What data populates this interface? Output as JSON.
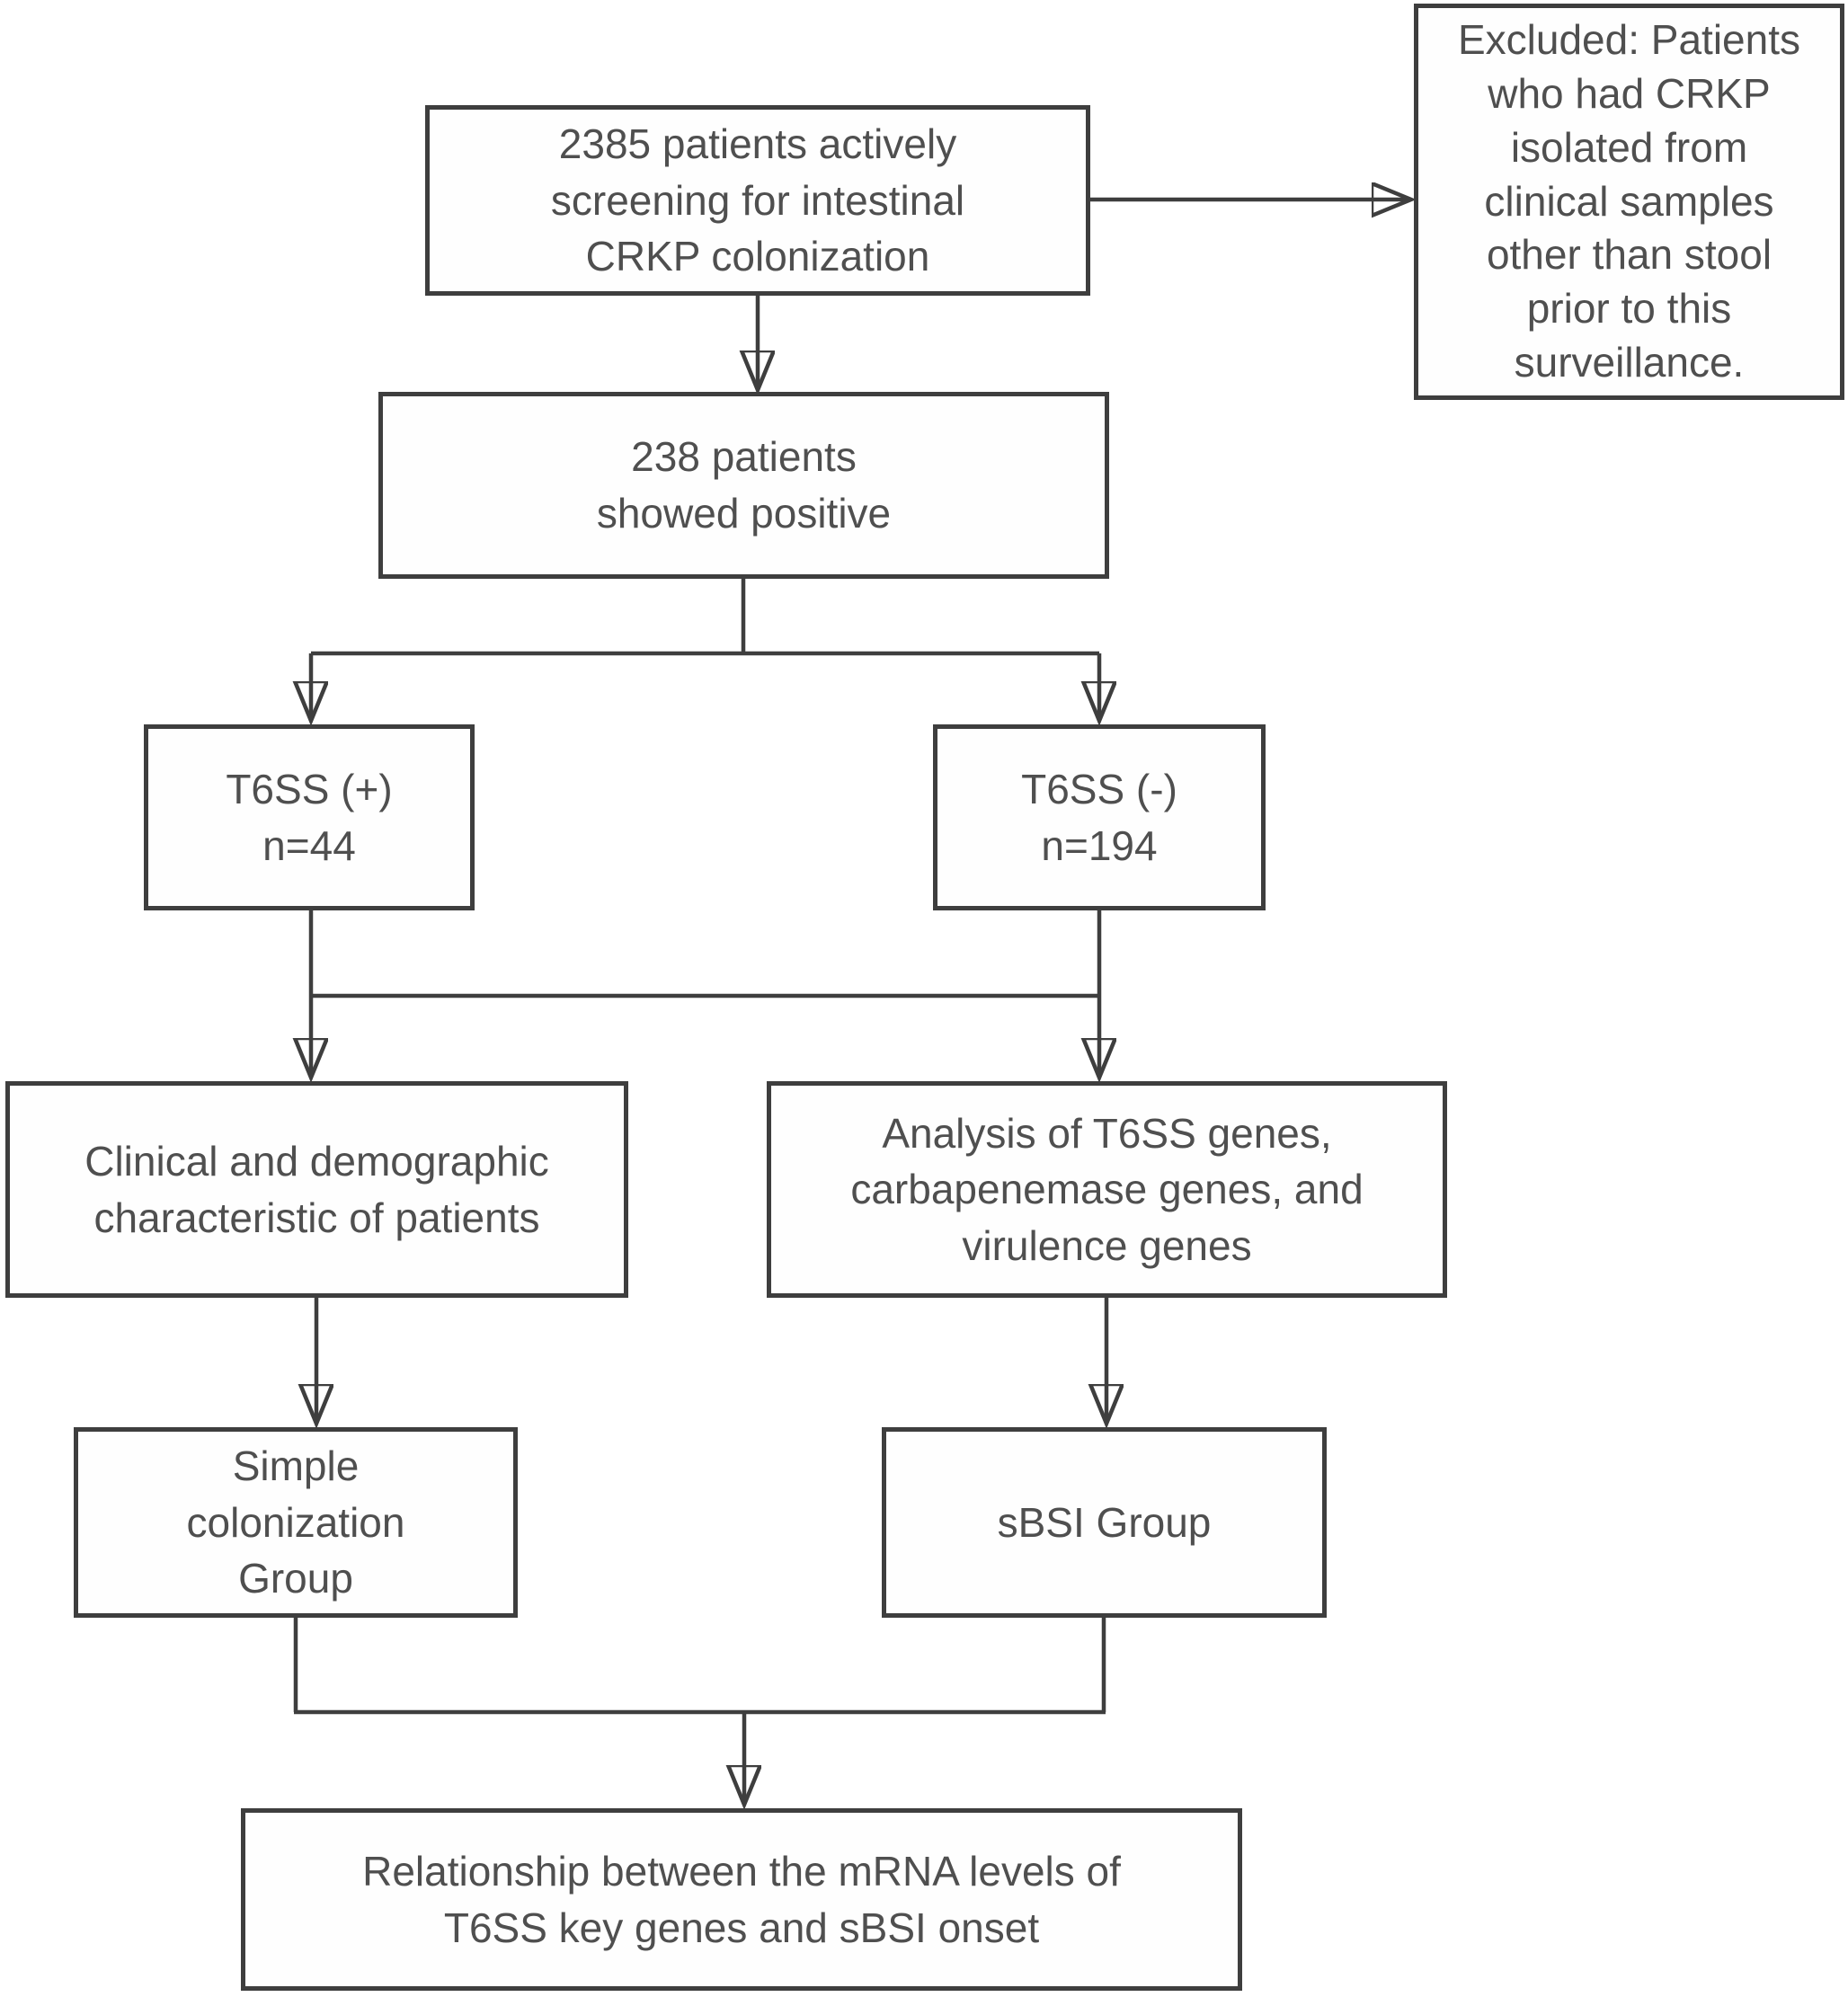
{
  "figure": {
    "type": "flowchart",
    "background_color": "#ffffff",
    "line_color": "#3e3e3e",
    "text_color": "#4f4f4f"
  },
  "nodes": {
    "screening": {
      "label": "2385 patients actively\nscreening for intestinal\nCRKP colonization"
    },
    "excluded": {
      "label": "Excluded: Patients\nwho had CRKP\nisolated from\nclinical samples\nother than stool\nprior to this\nsurveillance."
    },
    "positive": {
      "label": "238 patients\nshowed positive"
    },
    "t6ss_positive": {
      "label": "T6SS (+)\nn=44"
    },
    "t6ss_negative": {
      "label": "T6SS (-)\nn=194"
    },
    "clinical": {
      "label": "Clinical and demographic\ncharacteristic of patients"
    },
    "analysis": {
      "label": "Analysis of T6SS genes,\ncarbapenemase genes, and\nvirulence genes"
    },
    "simple_colonization": {
      "label": "Simple\ncolonization\nGroup"
    },
    "sbsi": {
      "label": "sBSI Group"
    },
    "relationship": {
      "label": "Relationship between the mRNA levels of\nT6SS key genes and sBSI onset"
    }
  },
  "edges": [
    {
      "from": "screening",
      "to": "excluded"
    },
    {
      "from": "screening",
      "to": "positive"
    },
    {
      "from": "positive",
      "to": "t6ss_positive"
    },
    {
      "from": "positive",
      "to": "t6ss_negative"
    },
    {
      "from": "t6ss_positive",
      "to": "clinical"
    },
    {
      "from": "t6ss_negative",
      "to": "analysis"
    },
    {
      "from": "clinical",
      "to": "simple_colonization"
    },
    {
      "from": "analysis",
      "to": "sbsi"
    },
    {
      "from": "simple_colonization",
      "to": "relationship"
    },
    {
      "from": "sbsi",
      "to": "relationship"
    }
  ]
}
